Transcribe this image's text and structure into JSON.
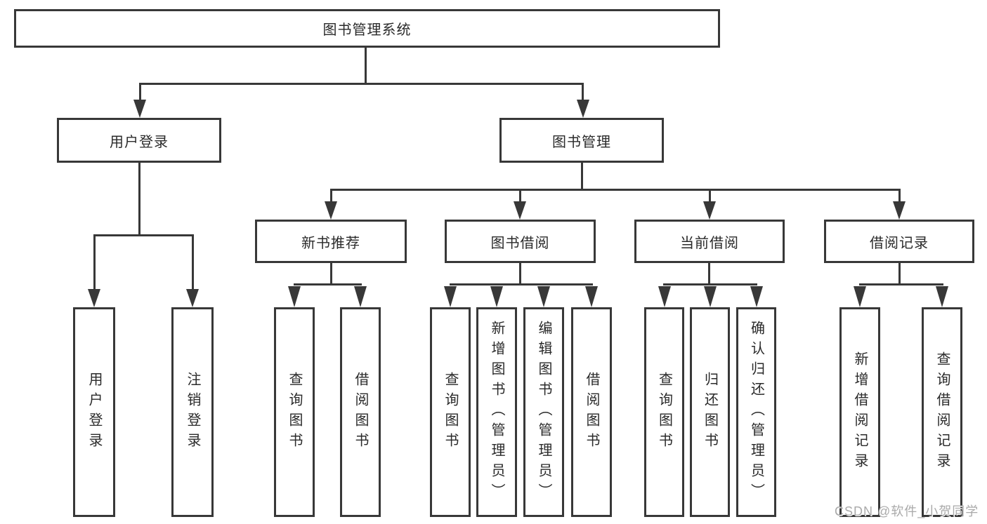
{
  "tree": {
    "root": {
      "label": "图书管理系统",
      "children": [
        {
          "label": "用户登录",
          "children": [
            {
              "label": "用户登录"
            },
            {
              "label": "注销登录"
            }
          ]
        },
        {
          "label": "图书管理",
          "children": [
            {
              "label": "新书推荐",
              "children": [
                {
                  "label": "查询图书"
                },
                {
                  "label": "借阅图书"
                }
              ]
            },
            {
              "label": "图书借阅",
              "children": [
                {
                  "label": "查询图书"
                },
                {
                  "label": "新增图书（管理员）"
                },
                {
                  "label": "编辑图书（管理员）"
                },
                {
                  "label": "借阅图书"
                }
              ]
            },
            {
              "label": "当前借阅",
              "children": [
                {
                  "label": "查询图书"
                },
                {
                  "label": "归还图书"
                },
                {
                  "label": "确认归还（管理员）"
                }
              ]
            },
            {
              "label": "借阅记录",
              "children": [
                {
                  "label": "新增借阅记录"
                },
                {
                  "label": "查询借阅记录"
                }
              ]
            }
          ]
        }
      ]
    }
  },
  "watermark": {
    "text": "CSDN @软件_小贺同学"
  },
  "colors": {
    "line": "#383838",
    "box_border": "#383838",
    "text": "#2a2a2a",
    "background": "#ffffff",
    "watermark": "#aaaaaa"
  }
}
